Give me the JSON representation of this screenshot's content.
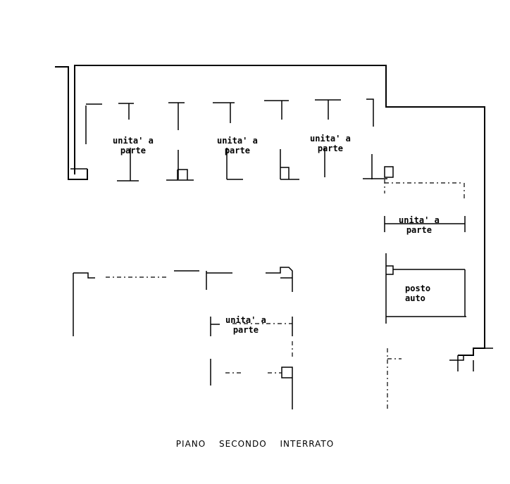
{
  "labels": {
    "unit1": {
      "line1": "unita' a",
      "line2": "parte"
    },
    "unit2": {
      "line1": "unita'  a",
      "line2": "parte"
    },
    "unit3": {
      "line1": "unita' a",
      "line2": "parte"
    },
    "unit4": {
      "line1": "unita' a",
      "line2": "parte"
    },
    "unit5": {
      "line1": "unita' a",
      "line2": "parte"
    },
    "parking": {
      "line1": "posto",
      "line2": "auto"
    }
  },
  "title": "PIANO SECONDO INTERRATO"
}
